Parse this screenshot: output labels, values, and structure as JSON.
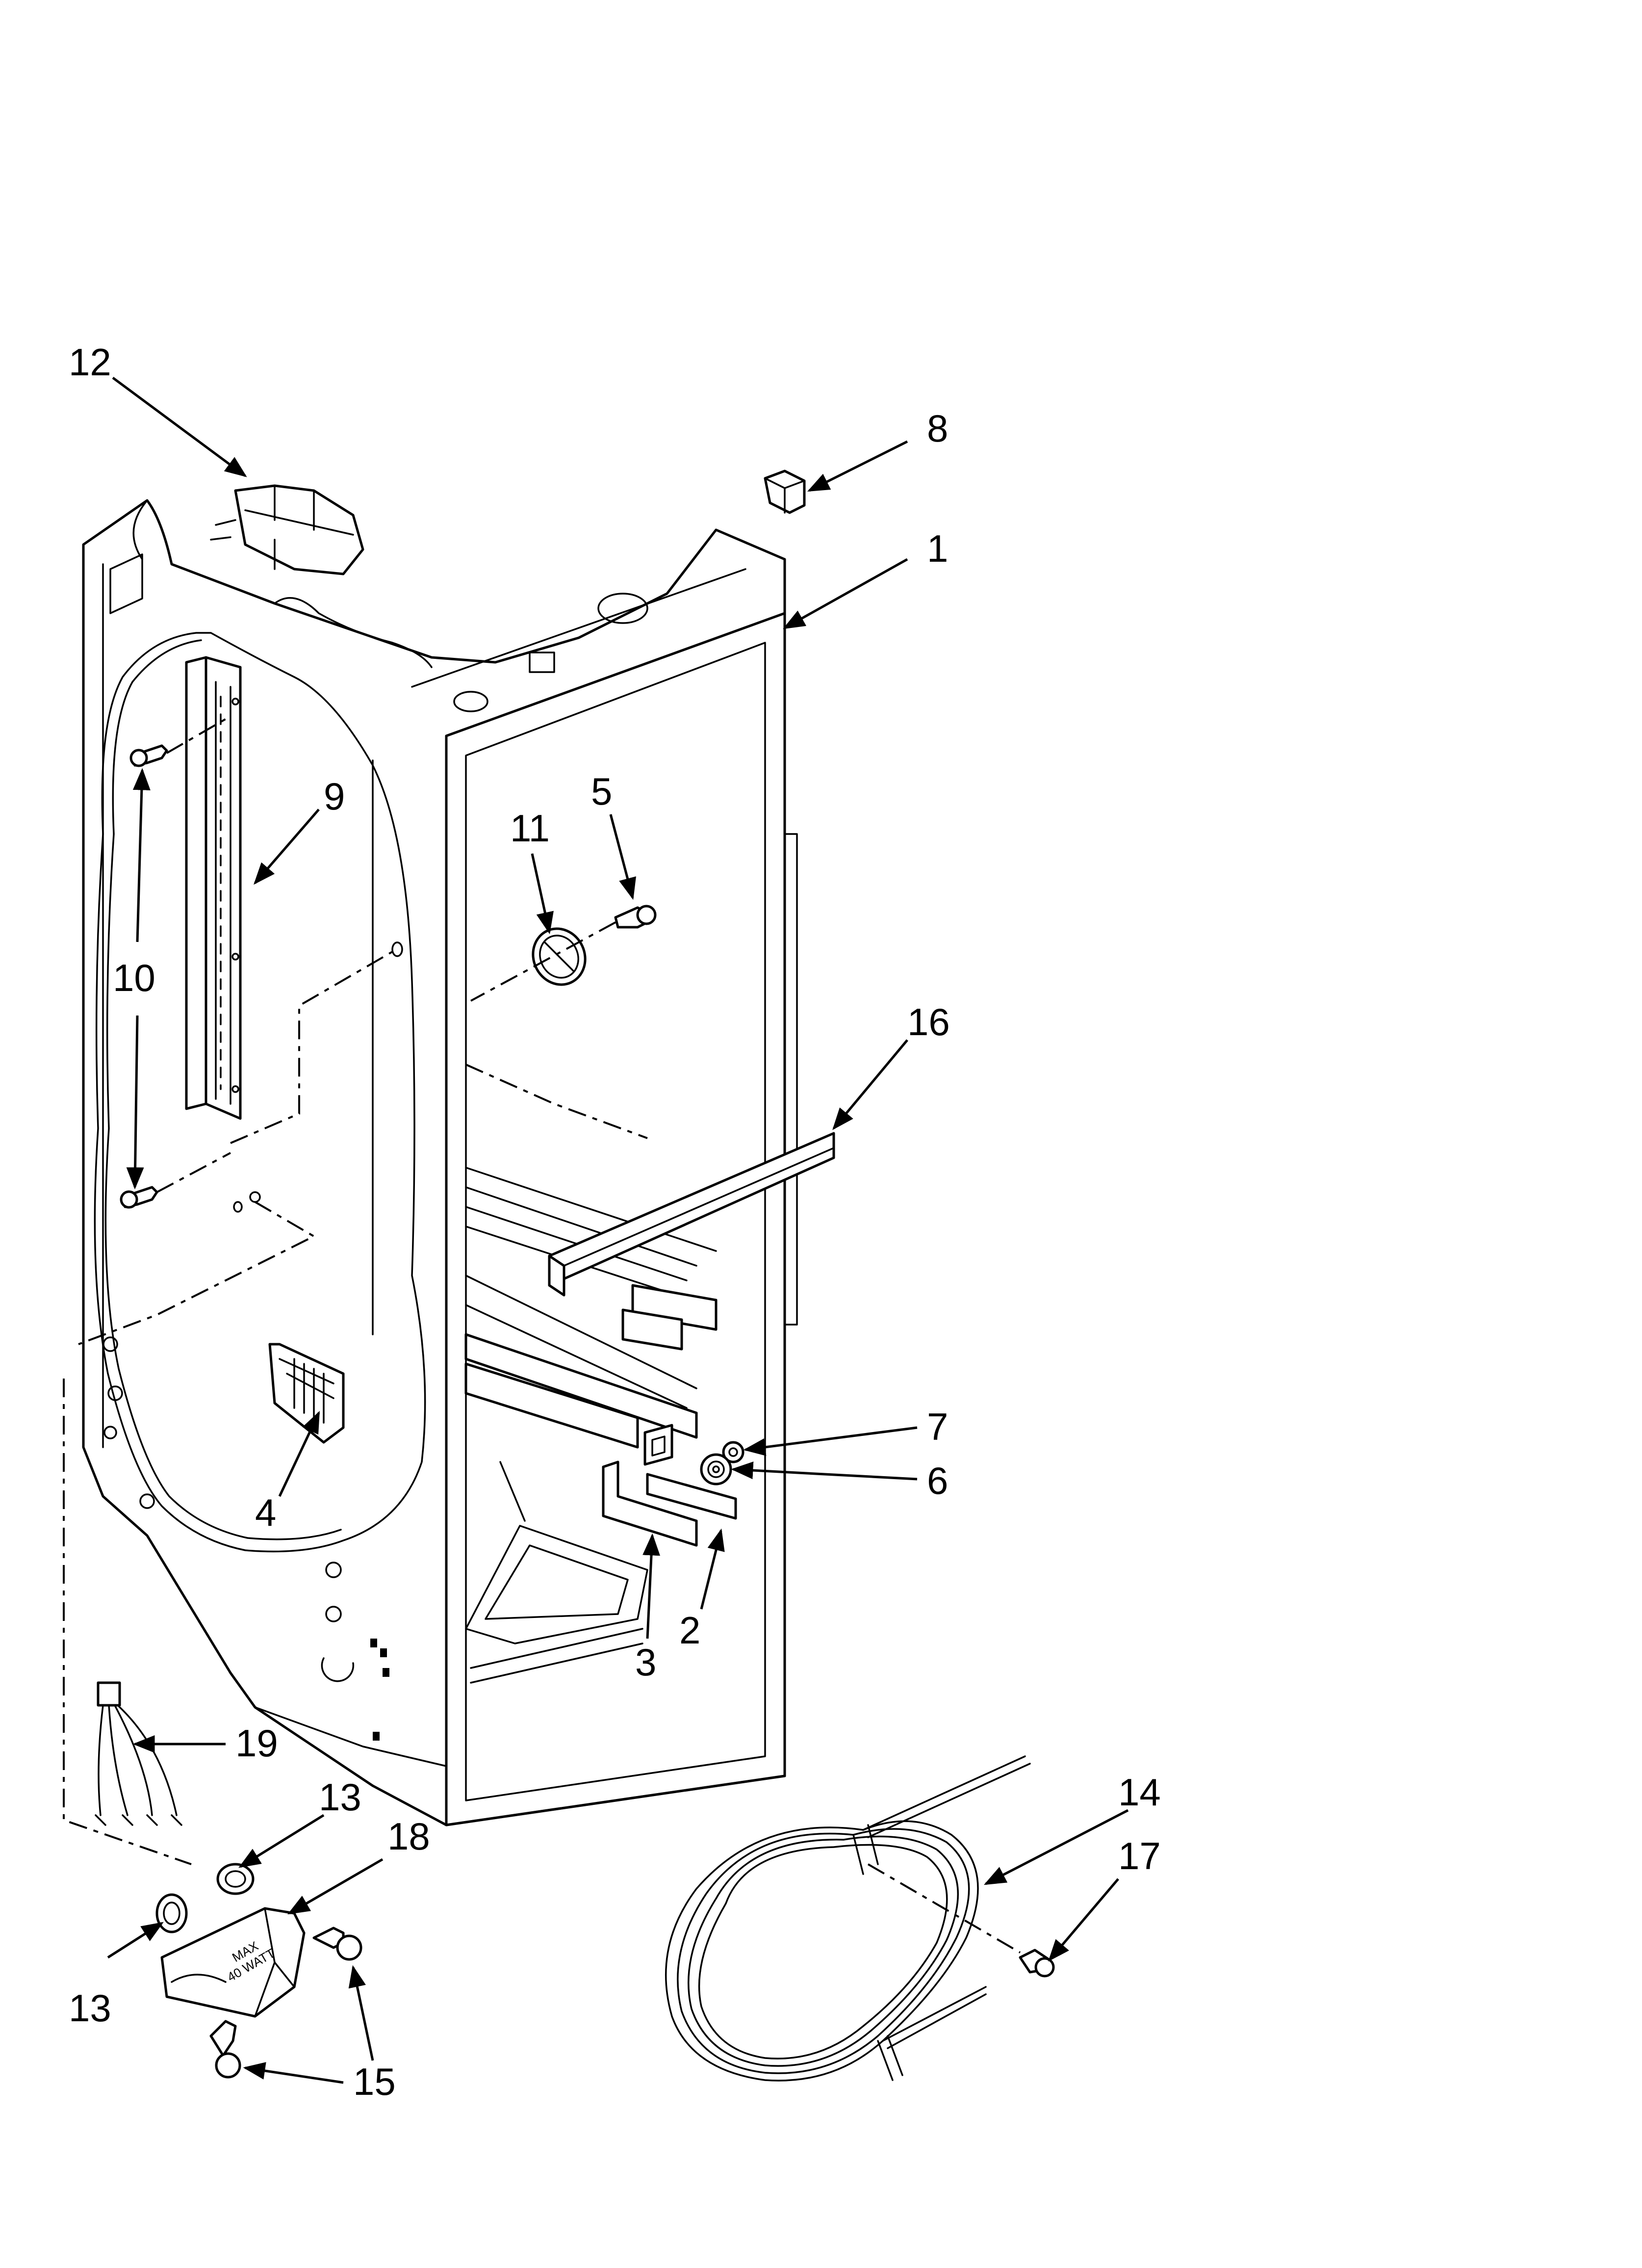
{
  "diagram": {
    "callouts": [
      {
        "id": "c12a",
        "label": "12"
      },
      {
        "id": "c8",
        "label": "8"
      },
      {
        "id": "c1",
        "label": "1"
      },
      {
        "id": "c9",
        "label": "9"
      },
      {
        "id": "c5",
        "label": "5"
      },
      {
        "id": "c11",
        "label": "11"
      },
      {
        "id": "c10",
        "label": "10"
      },
      {
        "id": "c16",
        "label": "16"
      },
      {
        "id": "c7",
        "label": "7"
      },
      {
        "id": "c6",
        "label": "6"
      },
      {
        "id": "c4",
        "label": "4"
      },
      {
        "id": "c3",
        "label": "3"
      },
      {
        "id": "c2",
        "label": "2"
      },
      {
        "id": "c19",
        "label": "19"
      },
      {
        "id": "c13a",
        "label": "13"
      },
      {
        "id": "c18",
        "label": "18"
      },
      {
        "id": "c13b",
        "label": "13"
      },
      {
        "id": "c15",
        "label": "15"
      },
      {
        "id": "c14",
        "label": "14"
      },
      {
        "id": "c17",
        "label": "17"
      }
    ],
    "lamp_housing_marking": {
      "line1": "MAX",
      "line2": "40 WATT"
    }
  }
}
